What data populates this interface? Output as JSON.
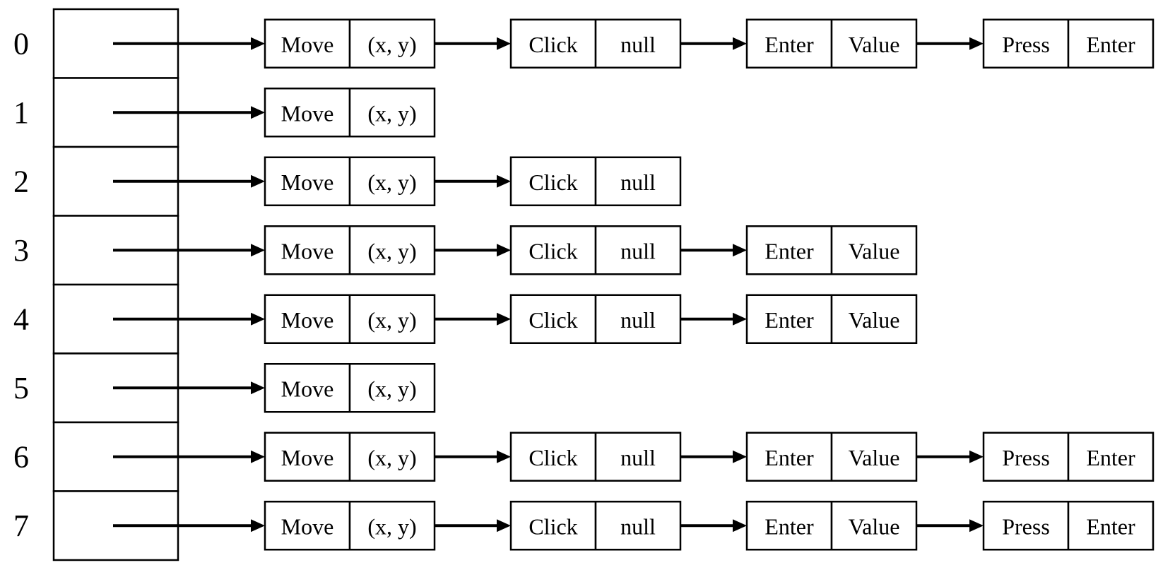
{
  "rows": [
    {
      "index": "0",
      "nodes": [
        {
          "action": "Move",
          "arg": "(x, y)"
        },
        {
          "action": "Click",
          "arg": "null"
        },
        {
          "action": "Enter",
          "arg": "Value"
        },
        {
          "action": "Press",
          "arg": "Enter"
        }
      ]
    },
    {
      "index": "1",
      "nodes": [
        {
          "action": "Move",
          "arg": "(x, y)"
        }
      ]
    },
    {
      "index": "2",
      "nodes": [
        {
          "action": "Move",
          "arg": "(x, y)"
        },
        {
          "action": "Click",
          "arg": "null"
        }
      ]
    },
    {
      "index": "3",
      "nodes": [
        {
          "action": "Move",
          "arg": "(x, y)"
        },
        {
          "action": "Click",
          "arg": "null"
        },
        {
          "action": "Enter",
          "arg": "Value"
        }
      ]
    },
    {
      "index": "4",
      "nodes": [
        {
          "action": "Move",
          "arg": "(x, y)"
        },
        {
          "action": "Click",
          "arg": "null"
        },
        {
          "action": "Enter",
          "arg": "Value"
        }
      ]
    },
    {
      "index": "5",
      "nodes": [
        {
          "action": "Move",
          "arg": "(x, y)"
        }
      ]
    },
    {
      "index": "6",
      "nodes": [
        {
          "action": "Move",
          "arg": "(x, y)"
        },
        {
          "action": "Click",
          "arg": "null"
        },
        {
          "action": "Enter",
          "arg": "Value"
        },
        {
          "action": "Press",
          "arg": "Enter"
        }
      ]
    },
    {
      "index": "7",
      "nodes": [
        {
          "action": "Move",
          "arg": "(x, y)"
        },
        {
          "action": "Click",
          "arg": "null"
        },
        {
          "action": "Enter",
          "arg": "Value"
        },
        {
          "action": "Press",
          "arg": "Enter"
        }
      ]
    }
  ]
}
